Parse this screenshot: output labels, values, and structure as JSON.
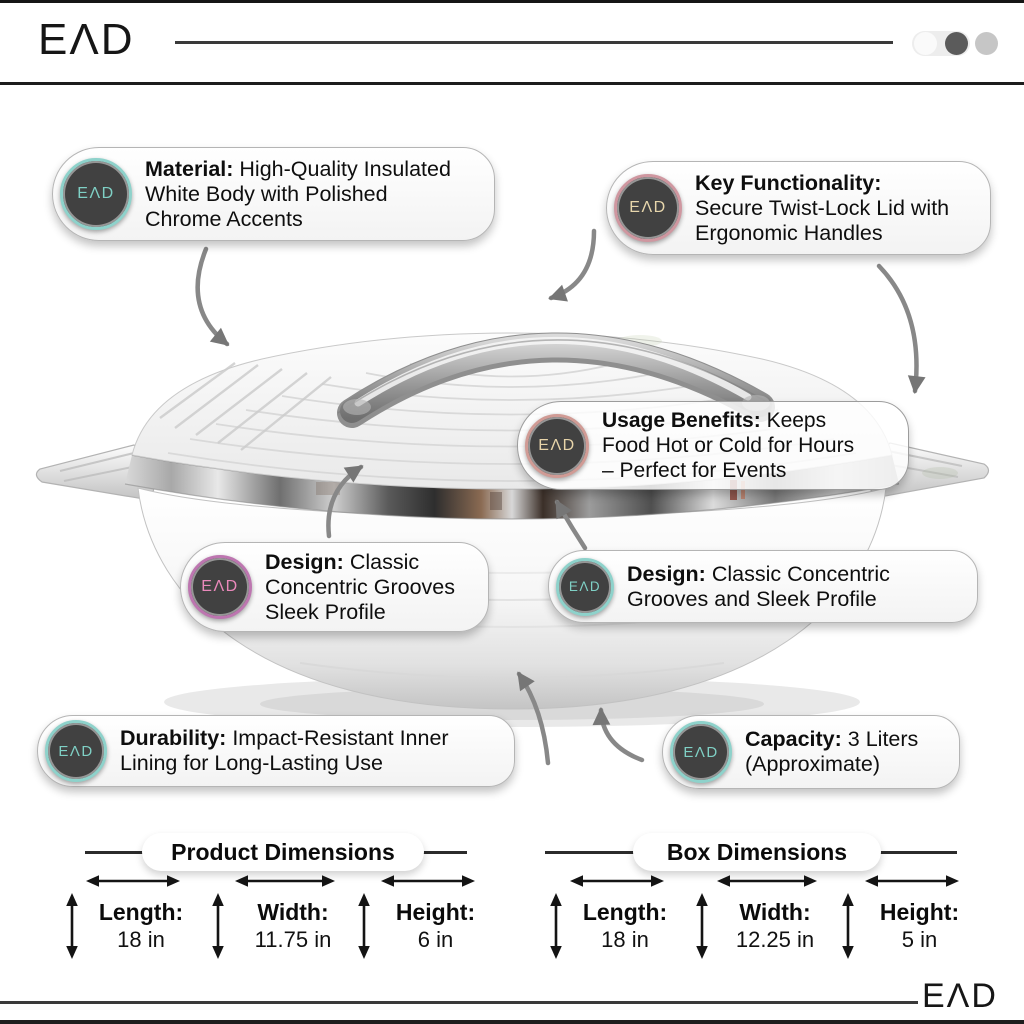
{
  "brand": {
    "logo": "EΛD"
  },
  "header": {
    "dot_styles": [
      "background:#fafafa",
      "background:#5b5b5b",
      "background:#c6c6c6"
    ]
  },
  "callouts": {
    "material": {
      "label": "Material:",
      "line1": "High-Quality Insulated",
      "line2": "White Body with Polished",
      "line3": "Chrome Accents",
      "badge_style": "border-color:#8ed2cb;color:#7fd0c5"
    },
    "key_functionality": {
      "label": "Key Functionality:",
      "line2": "Secure Twist-Lock Lid with",
      "line3": "Ergonomic Handles",
      "badge_style": "border-color:#cf97a0;color:#e7d6ac"
    },
    "usage_benefits": {
      "label": "Usage Benefits:",
      "line1": "Keeps",
      "line2": "Food Hot or Cold for Hours",
      "line3": "– Perfect for Events",
      "badge_style": "border-color:#d09b95;color:#e7d4a9"
    },
    "design_left": {
      "label": "Design:",
      "line1": "Classic",
      "line2": "Concentric Grooves",
      "line3": "Sleek Profile",
      "badge_style": "border-color:#bd76b0;color:#ea89bb"
    },
    "design_right": {
      "label": "Design:",
      "line1": "Classic Concentric",
      "line2": "Grooves and Sleek Profile",
      "badge_style": "border-color:#8ed2cb;color:#7fd0c5"
    },
    "durability": {
      "label": "Durability:",
      "line1": "Impact-Resistant Inner",
      "line2": "Lining for Long-Lasting Use",
      "badge_style": "border-color:#8ed2cb;color:#7fd0c5"
    },
    "capacity": {
      "label": "Capacity:",
      "line1": "3 Liters",
      "line2": "(Approximate)",
      "badge_style": "border-color:#8ed2cb;color:#7fd0c5"
    }
  },
  "dimensions": {
    "product": {
      "title": "Product Dimensions",
      "items": [
        {
          "label": "Length:",
          "value": "18 in"
        },
        {
          "label": "Width:",
          "value": "11.75 in"
        },
        {
          "label": "Height:",
          "value": "6 in"
        }
      ]
    },
    "box": {
      "title": "Box Dimensions",
      "items": [
        {
          "label": "Length:",
          "value": "18 in"
        },
        {
          "label": "Width:",
          "value": "12.25 in"
        },
        {
          "label": "Height:",
          "value": "5 in"
        }
      ]
    }
  },
  "colors": {
    "accent_teal": "#7fd0c5",
    "accent_pink": "#ea89bb",
    "accent_cream": "#e7d6ac",
    "arrow_gray": "#8a8a8a"
  }
}
